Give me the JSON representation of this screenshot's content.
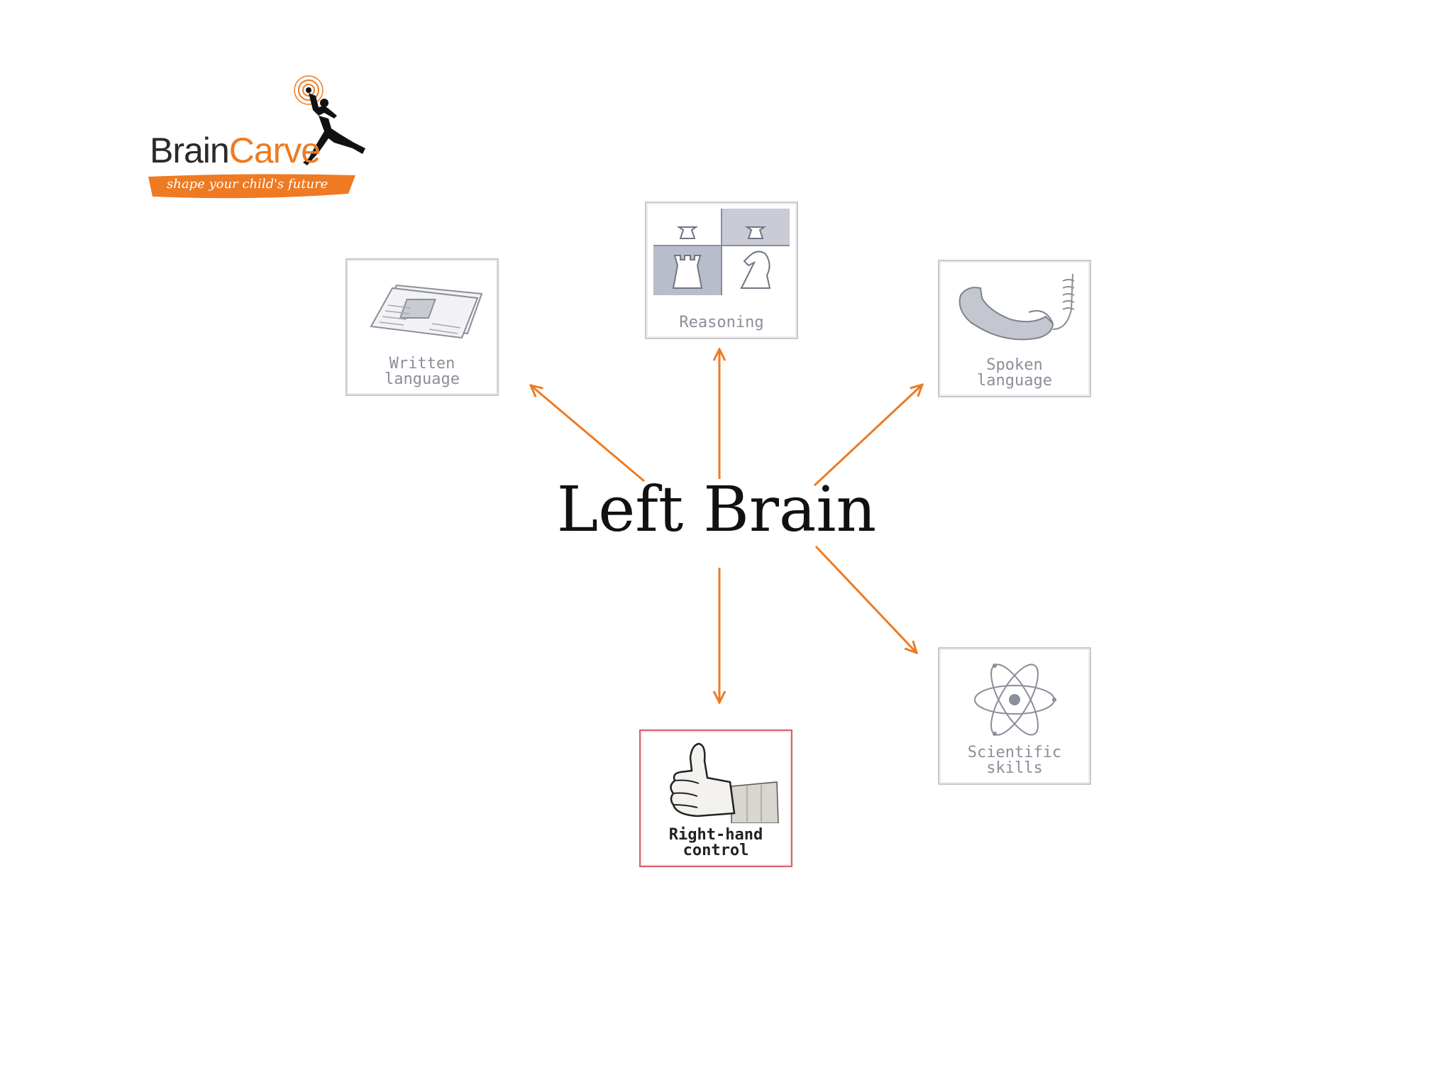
{
  "logo": {
    "name_part1": "Brain",
    "name_part2": "Carve",
    "tagline": "shape your child's future"
  },
  "center": {
    "title": "Left Brain"
  },
  "skills": [
    {
      "label": "Written\nlanguage",
      "icon": "newspaper-icon",
      "highlighted": false
    },
    {
      "label": "Reasoning",
      "icon": "chess-pieces-icon",
      "highlighted": false
    },
    {
      "label": "Spoken\nlanguage",
      "icon": "telephone-icon",
      "highlighted": false
    },
    {
      "label": "Scientific\nskills",
      "icon": "atom-icon",
      "highlighted": false
    },
    {
      "label": "Right-hand\ncontrol",
      "icon": "thumbs-up-hand-icon",
      "highlighted": true
    }
  ],
  "colors": {
    "arrow": "#ee7a22",
    "brand_orange": "#ee7a22",
    "box_border": "#c9c9cf",
    "highlight_border": "#d0606a",
    "muted_label": "#8a8f99"
  }
}
